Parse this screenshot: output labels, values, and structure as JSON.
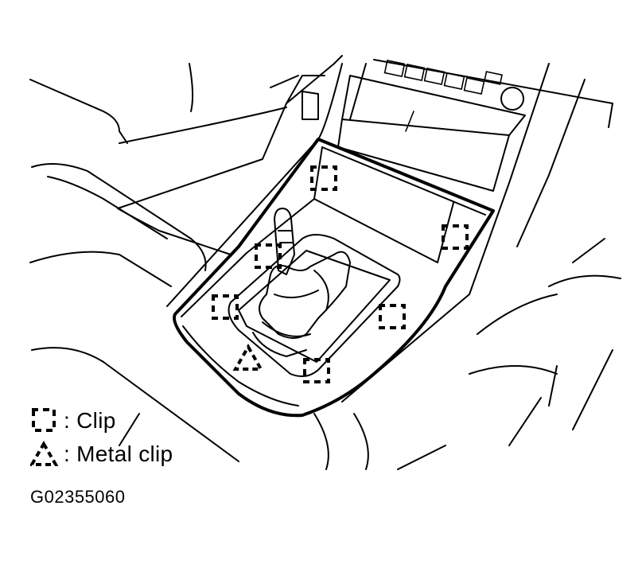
{
  "legend": {
    "clip_label": ": Clip",
    "metal_clip_label": ": Metal clip"
  },
  "figure_code": "G02355060",
  "markers": {
    "clip_count": 6,
    "metal_clip_count": 1
  }
}
